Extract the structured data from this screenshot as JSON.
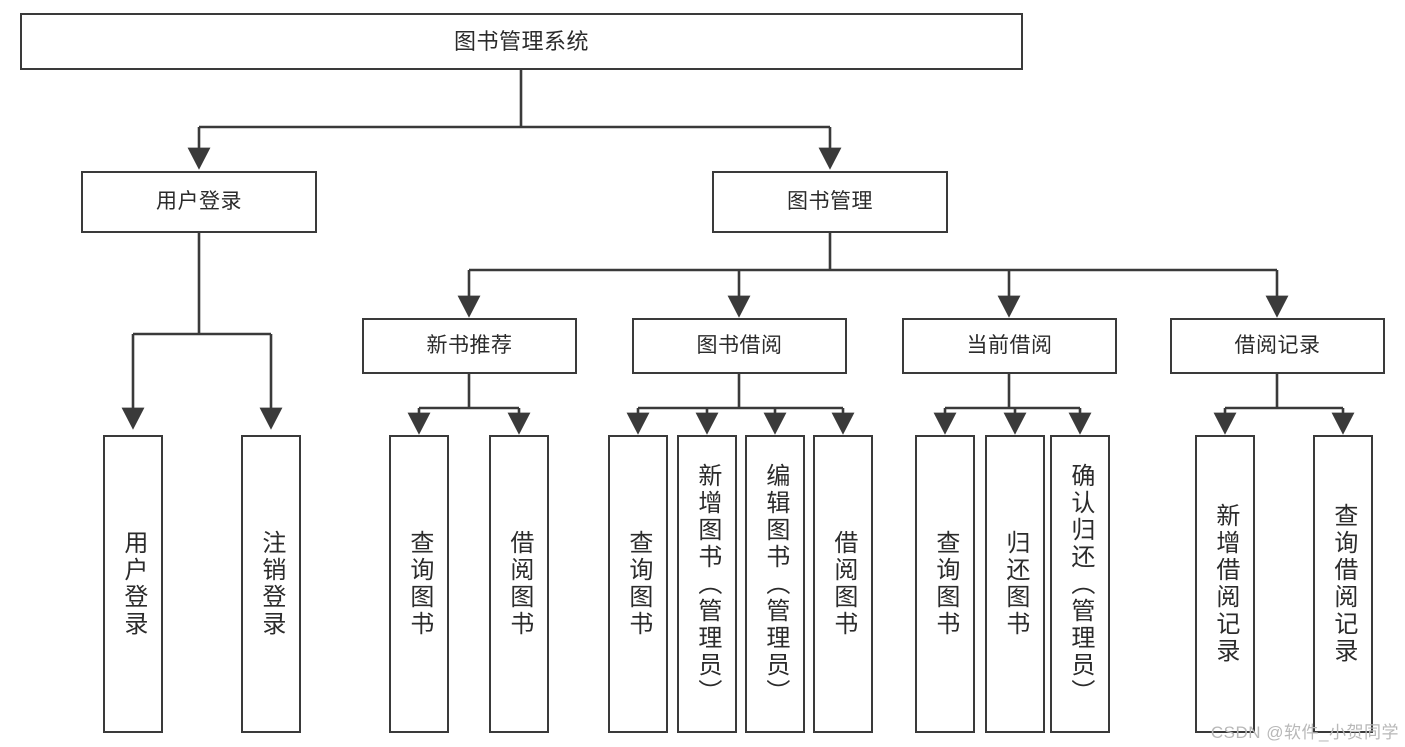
{
  "diagram": {
    "type": "tree",
    "title": "图书管理系统",
    "watermark": "CSDN @软件_小贺同学",
    "colors": {
      "background": "#ffffff",
      "node_border": "#3a3a3a",
      "node_fill": "#ffffff",
      "text": "#2b2b2b",
      "edge": "#3a3a3a",
      "watermark": "#b8b8b8"
    },
    "nodes": {
      "root": {
        "label": "图书管理系统"
      },
      "level2": [
        {
          "label": "用户登录"
        },
        {
          "label": "图书管理"
        }
      ],
      "level3": [
        {
          "label": "新书推荐"
        },
        {
          "label": "图书借阅"
        },
        {
          "label": "当前借阅"
        },
        {
          "label": "借阅记录"
        }
      ],
      "leaves": {
        "user_login": [
          {
            "label": "用户登录"
          },
          {
            "label": "注销登录"
          }
        ],
        "new_book_recommend": [
          {
            "label": "查询图书"
          },
          {
            "label": "借阅图书"
          }
        ],
        "book_borrow": [
          {
            "label": "查询图书"
          },
          {
            "label": "新增图书（管理员）"
          },
          {
            "label": "编辑图书（管理员）"
          },
          {
            "label": "借阅图书"
          }
        ],
        "current_borrow": [
          {
            "label": "查询图书"
          },
          {
            "label": "归还图书"
          },
          {
            "label": "确认归还（管理员）"
          }
        ],
        "borrow_record": [
          {
            "label": "新增借阅记录"
          },
          {
            "label": "查询借阅记录"
          }
        ]
      }
    }
  }
}
